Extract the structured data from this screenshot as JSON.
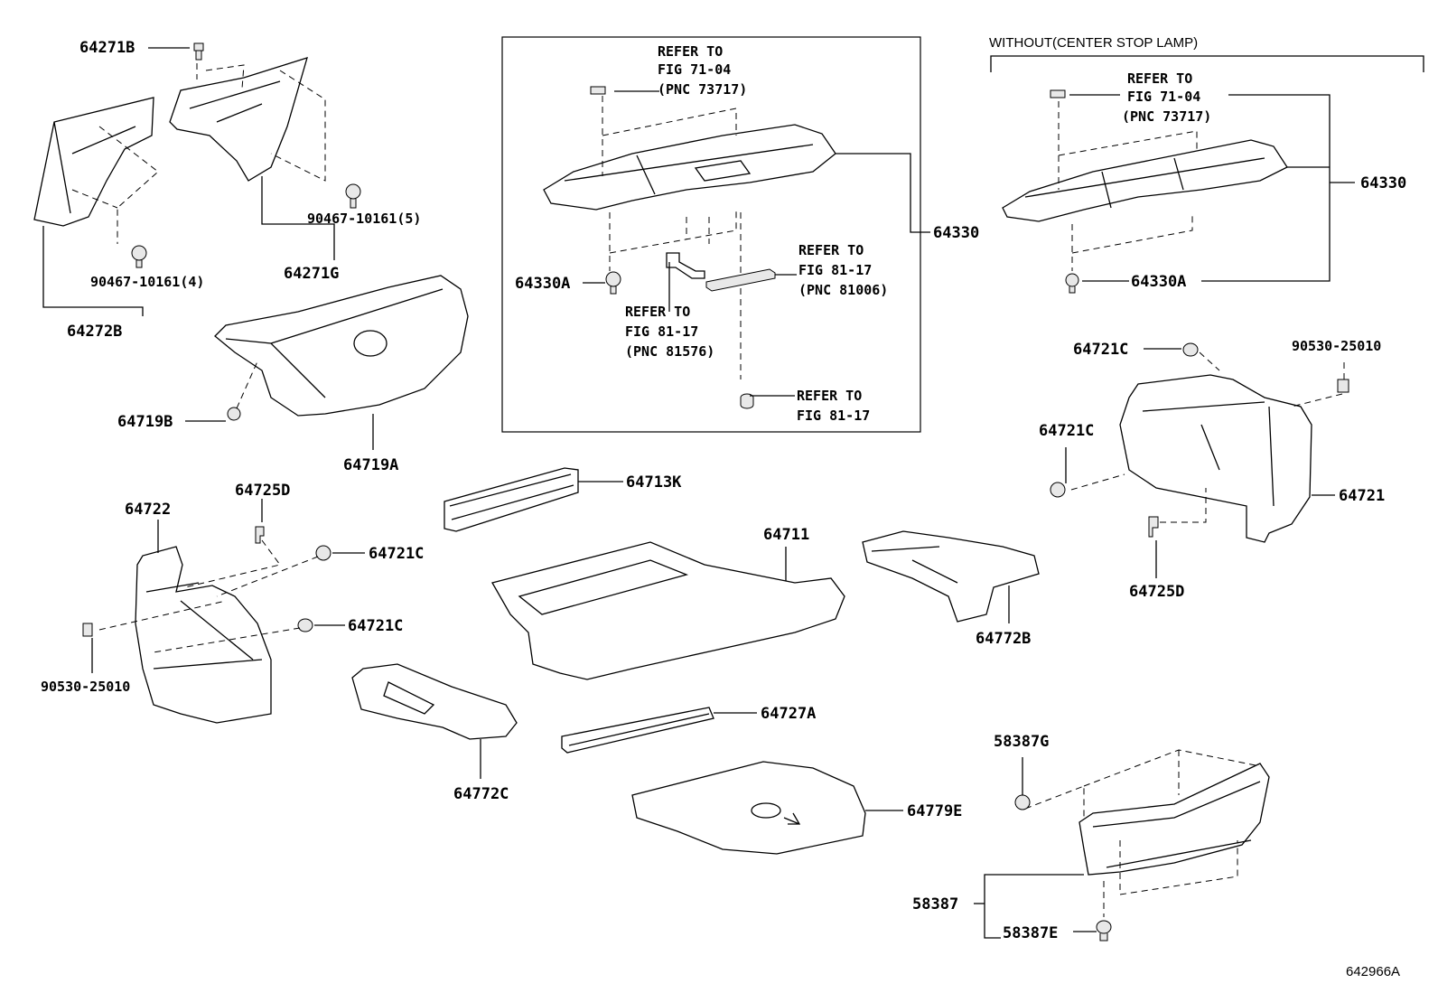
{
  "diagram_id": "642966A",
  "header_note": "WITHOUT(CENTER STOP LAMP)",
  "callouts": {
    "c64271B": "64271B",
    "c64272B": "64272B",
    "c64271G": "64271G",
    "c90467_4": "90467-10161(4)",
    "c90467_5": "90467-10161(5)",
    "c64719A": "64719A",
    "c64719B": "64719B",
    "c64330A_left": "64330A",
    "c64330_mid": "64330",
    "c64330_right": "64330",
    "c64330A_right": "64330A",
    "c64721C_a": "64721C",
    "c64721C_b": "64721C",
    "c64721C_c": "64721C",
    "c64721C_d": "64721C",
    "c90530_right": "90530-25010",
    "c90530_left": "90530-25010",
    "c64721": "64721",
    "c64725D_left": "64725D",
    "c64725D_right": "64725D",
    "c64722": "64722",
    "c64713K": "64713K",
    "c64711": "64711",
    "c64772B": "64772B",
    "c64772C": "64772C",
    "c64727A": "64727A",
    "c64779E": "64779E",
    "c58387G": "58387G",
    "c58387": "58387",
    "c58387E": "58387E"
  },
  "refer_notes": {
    "mid_top": [
      "REFER TO",
      "FIG 71-04",
      "(PNC 73717)"
    ],
    "right_top": [
      "REFER TO",
      "FIG 71-04",
      "(PNC 73717)"
    ],
    "mid_81006": [
      "REFER TO",
      "FIG 81-17",
      "(PNC 81006)"
    ],
    "mid_81576": [
      "REFER TO",
      "FIG 81-17",
      "(PNC 81576)"
    ],
    "mid_bottom": [
      "REFER TO",
      "FIG 81-17"
    ]
  }
}
